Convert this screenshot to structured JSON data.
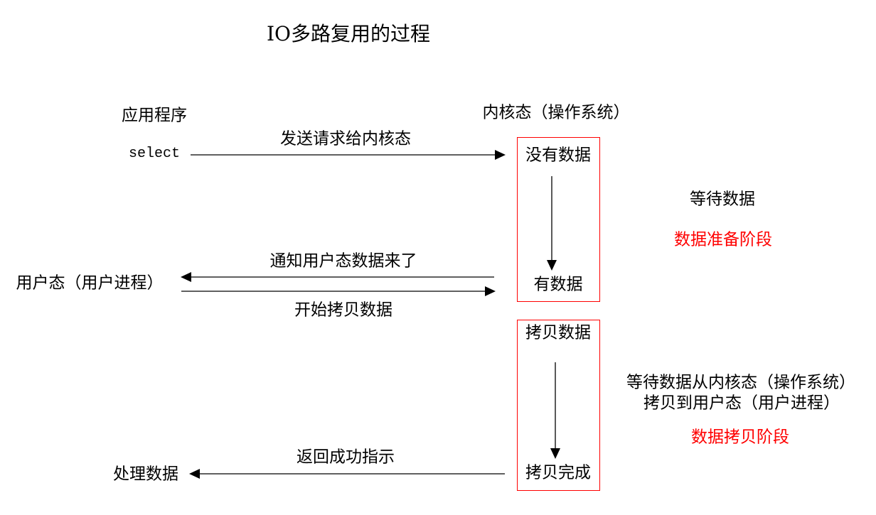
{
  "title": "IO多路复用的过程",
  "app": {
    "label": "应用程序",
    "select": "select",
    "process_data": "处理数据"
  },
  "user": {
    "label": "用户态（用户进程）"
  },
  "kernel": {
    "label": "内核态（操作系统）",
    "prepare_box": {
      "start": "没有数据",
      "end": "有数据"
    },
    "copy_box": {
      "start": "拷贝数据",
      "end": "拷贝完成"
    }
  },
  "messages": {
    "send_request": "发送请求给内核态",
    "notify": "通知用户态数据来了",
    "start_copy": "开始拷贝数据",
    "return_success": "返回成功指示"
  },
  "phases": {
    "prepare": {
      "note": "等待数据",
      "name": "数据准备阶段"
    },
    "copy": {
      "note_lines": [
        "等待数据从内核态（操作系统）",
        "拷贝到用户态（用户进程）"
      ],
      "name": "数据拷贝阶段"
    }
  },
  "colors": {
    "text": "#000000",
    "phase_label": "#ff0000",
    "box_border": "#ff0000"
  }
}
